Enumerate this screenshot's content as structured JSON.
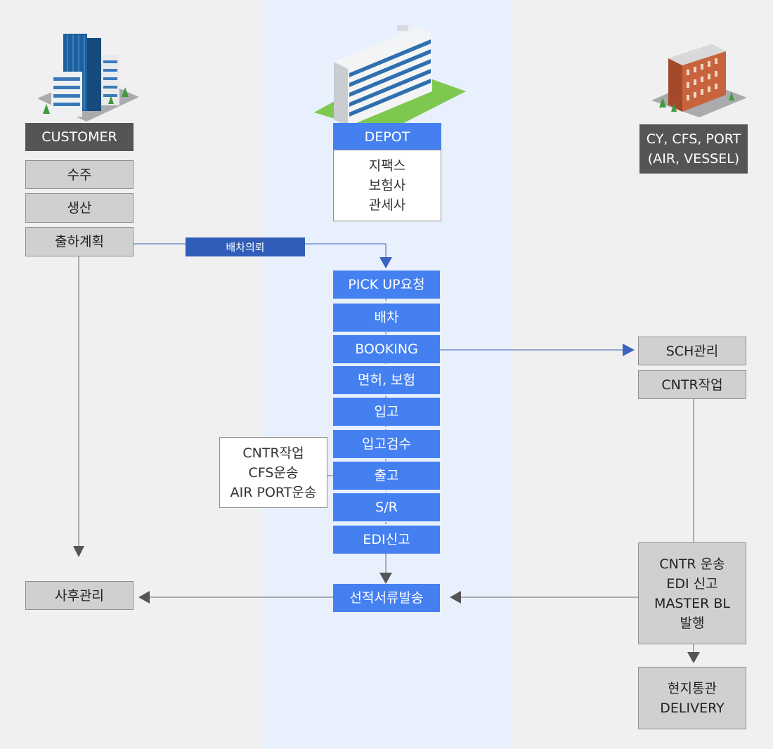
{
  "customer": {
    "header": "CUSTOMER",
    "steps": [
      "수주",
      "생산",
      "출하계획"
    ],
    "after_service": "사후관리"
  },
  "depot": {
    "header": "DEPOT",
    "parties": "지팩스\n보험사\n관세사",
    "steps": [
      "PICK UP요청",
      "배차",
      "BOOKING",
      "면허, 보험",
      "입고",
      "입고검수",
      "출고",
      "S/R",
      "EDI신고"
    ],
    "final": "선적서류발송",
    "side_note": "CNTR작업\nCFS운송\nAIR PORT운송"
  },
  "port": {
    "header": "CY, CFS, PORT\n(AIR, VESSEL)",
    "steps": [
      "SCH관리",
      "CNTR작업"
    ],
    "transport": "CNTR 운송\nEDI 신고\nMASTER BL\n발행",
    "delivery": "현지통관\nDELIVERY"
  },
  "dispatch_request_label": "배차의뢰",
  "colors": {
    "blue": "#4580f0",
    "dark_blue": "#2f5db8",
    "gray": "#d0d0d0",
    "dark_gray": "#555555",
    "column_bg": "#e8f0fe"
  }
}
